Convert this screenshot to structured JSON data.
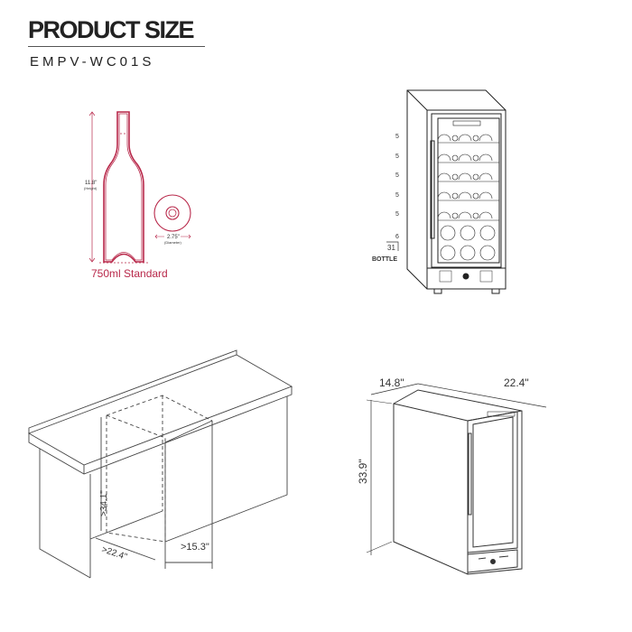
{
  "header": {
    "title": "PRODUCT SIZE",
    "model": "EMPV-WC01S"
  },
  "bottle": {
    "height_value": "11.8\"",
    "height_caption": "(Height)",
    "diameter_value": "2.75\"",
    "diameter_caption": "(Diameter)",
    "label": "750ml Standard",
    "color": "#b8284a"
  },
  "capacity": {
    "shelf_counts": [
      "5",
      "5",
      "5",
      "5",
      "5",
      "6"
    ],
    "total": "31",
    "unit": "BOTTLE"
  },
  "installation": {
    "height_min": ">34.1\"",
    "depth_min": ">22.4\"",
    "width_min": ">15.3\""
  },
  "dimensions": {
    "width": "14.8\"",
    "depth": "22.4\"",
    "height": "33.9\""
  }
}
